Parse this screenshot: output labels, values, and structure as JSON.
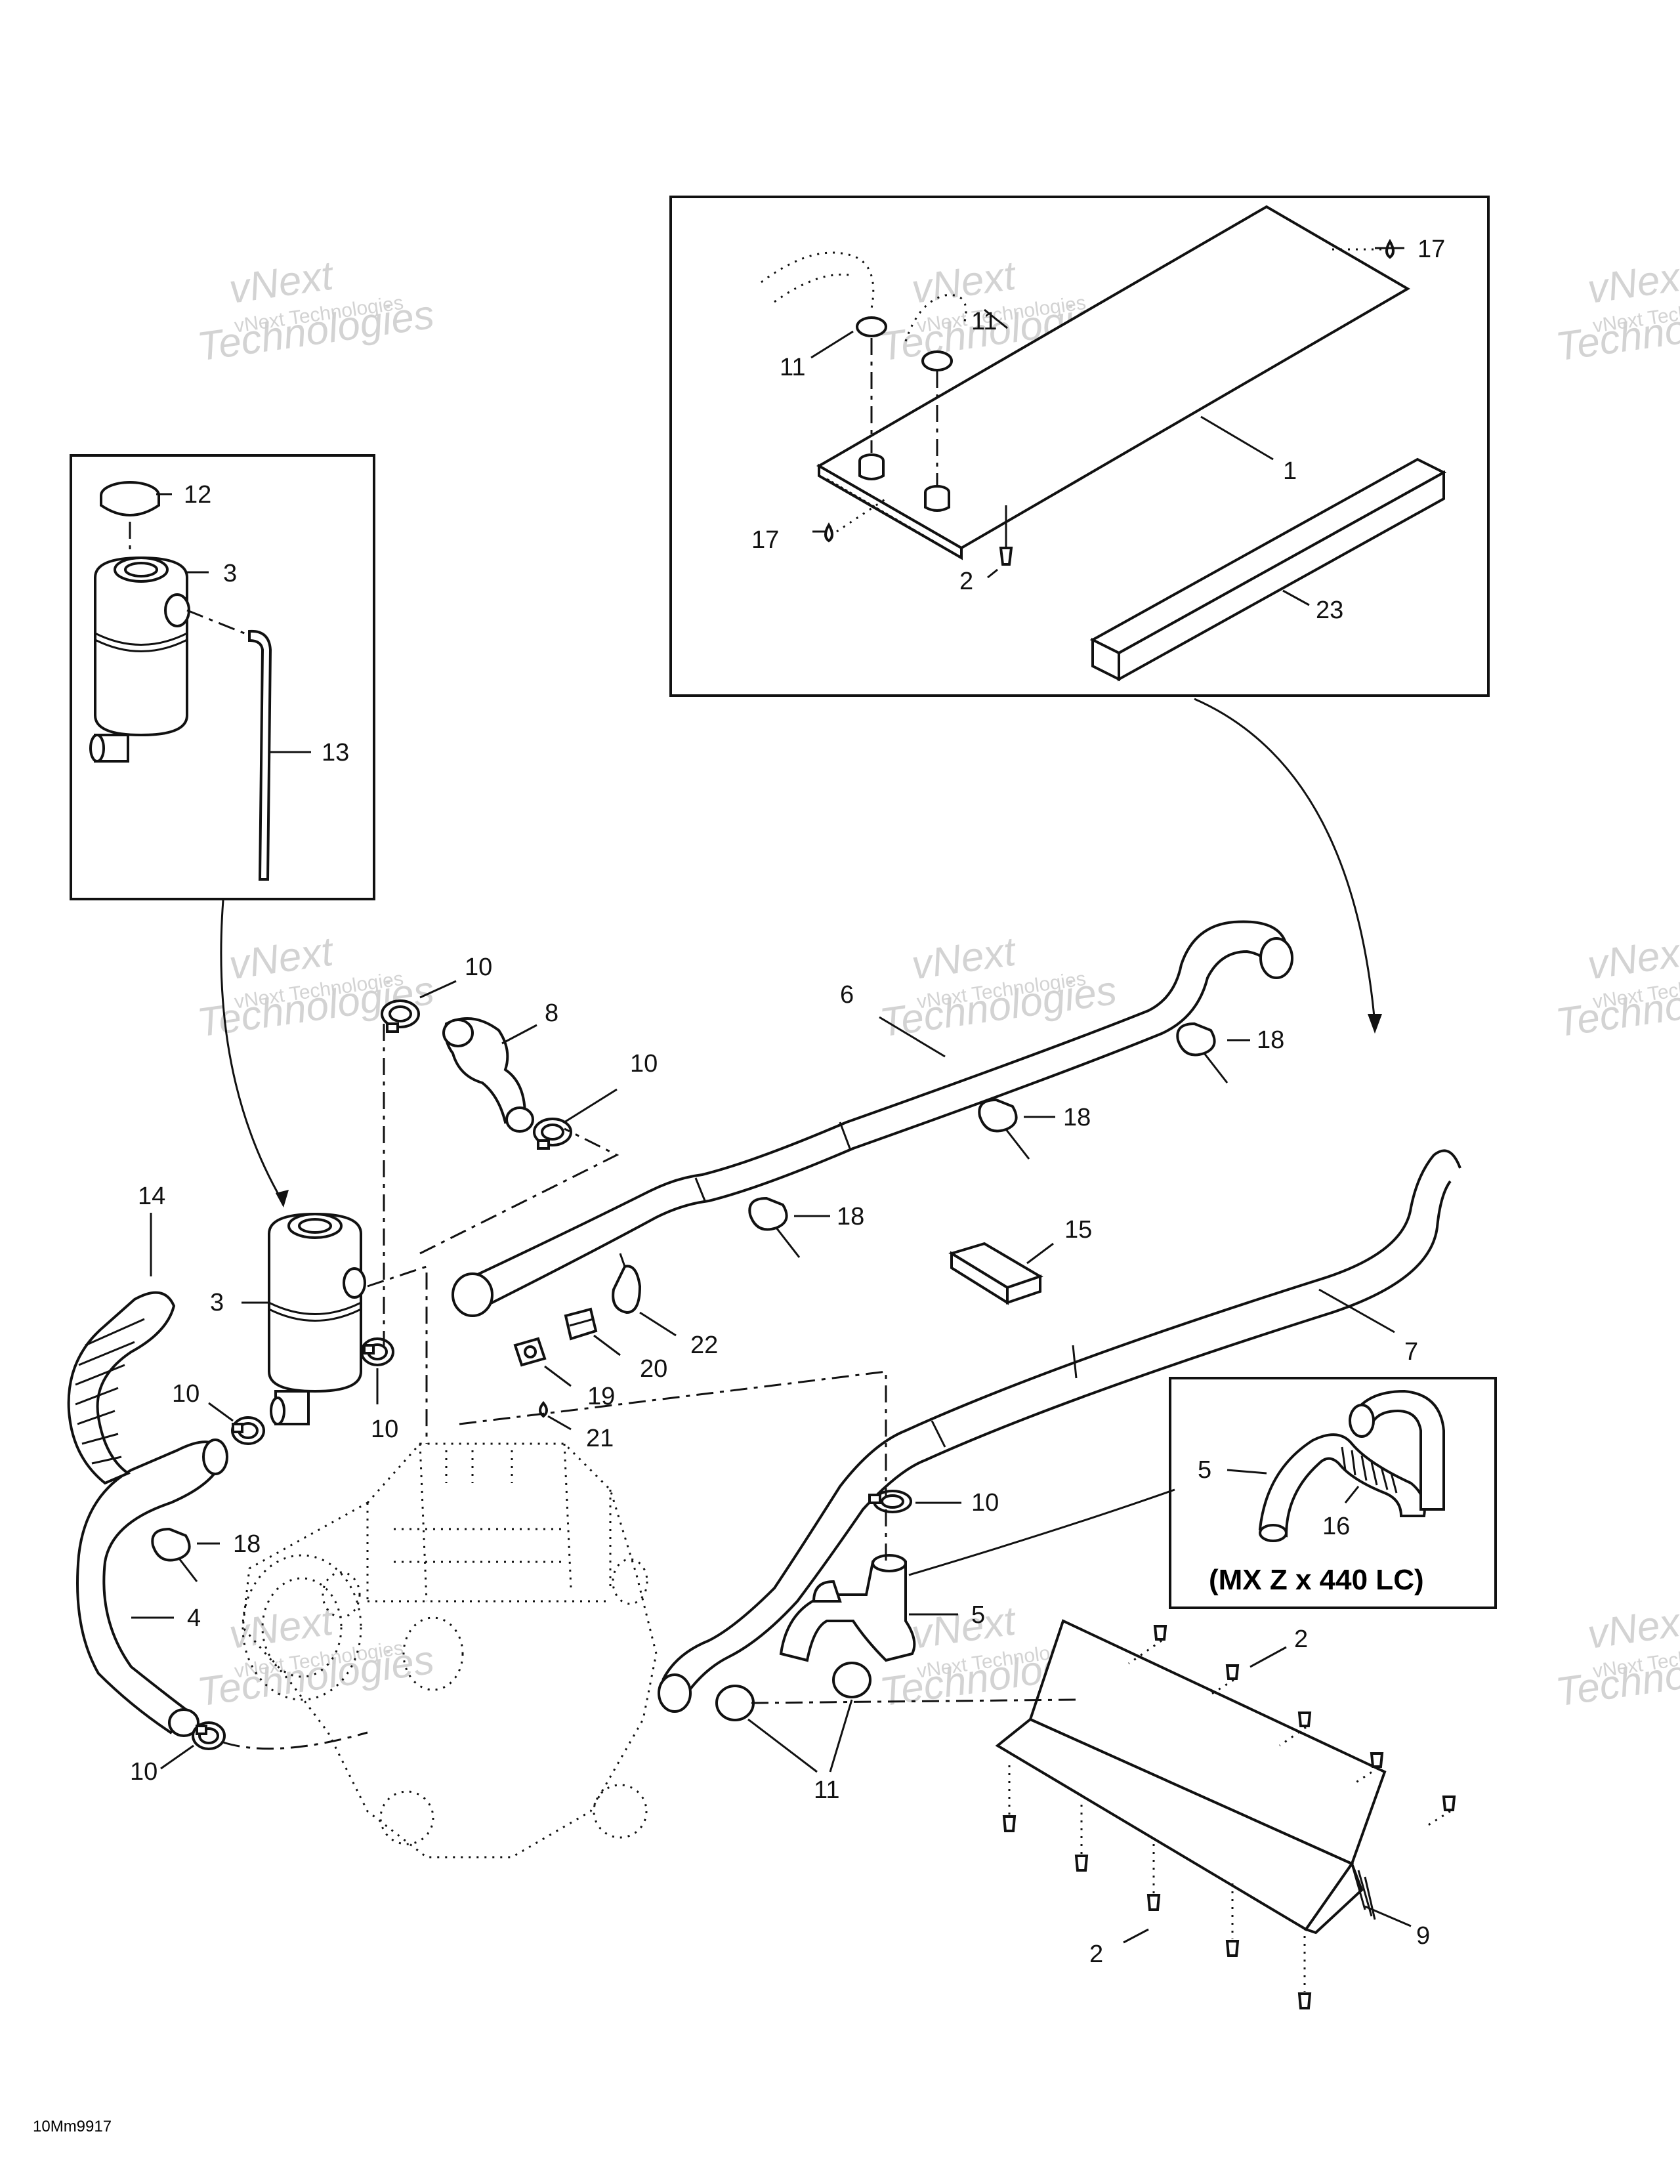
{
  "diagram": {
    "drawing_code": "10Mm9917",
    "variant_caption": "(MX Z x 440 LC)",
    "watermark": {
      "brand": "vNext Technologies",
      "word1": "vNext",
      "word2": "Technologies"
    },
    "callouts": {
      "c1": "1",
      "c2a": "2",
      "c2b": "2",
      "c2c": "2",
      "c3a": "3",
      "c3b": "3",
      "c4": "4",
      "c5a": "5",
      "c5b": "5",
      "c6": "6",
      "c7": "7",
      "c8": "8",
      "c9": "9",
      "c10a": "10",
      "c10b": "10",
      "c10c": "10",
      "c10d": "10",
      "c10e": "10",
      "c10f": "10",
      "c11a": "11",
      "c11b": "11",
      "c11c": "11",
      "c12": "12",
      "c13": "13",
      "c14": "14",
      "c15": "15",
      "c16": "16",
      "c17a": "17",
      "c17b": "17",
      "c18a": "18",
      "c18b": "18",
      "c18c": "18",
      "c18d": "18",
      "c19": "19",
      "c20": "20",
      "c21": "21",
      "c22": "22",
      "c23": "23"
    }
  }
}
